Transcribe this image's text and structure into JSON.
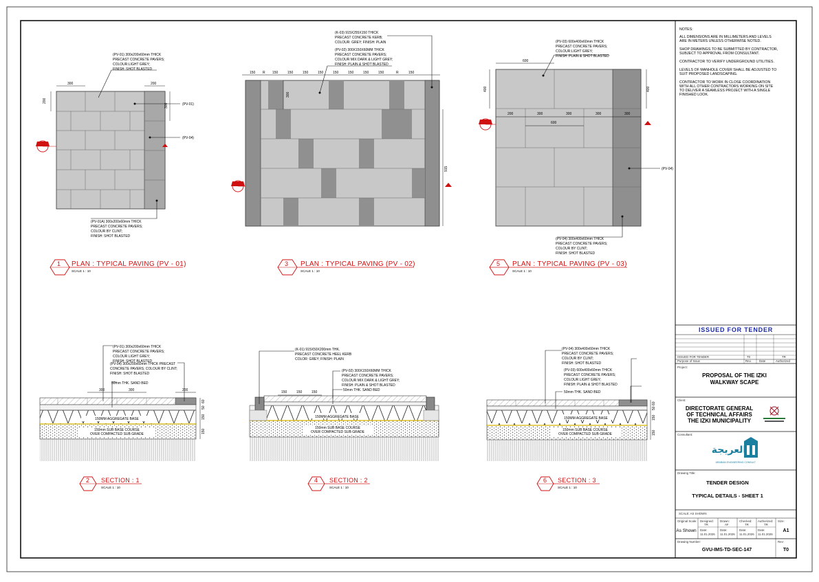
{
  "plans": [
    {
      "number": "1",
      "title": "PLAN : TYPICAL PAVING (PV - 01)",
      "scale": "SCALE 1 : 10",
      "dims": [
        "300",
        "200",
        "200",
        "300"
      ],
      "tags": [
        "(PV-01)",
        "(PV-04)"
      ],
      "notes_top": [
        "(PV-01) 300x200x60mm THICK",
        "PRECAST CONCRETE PAVERS;",
        "COLOUR:LIGHT GREY;",
        "FINISH: SHOT BLASTED"
      ],
      "notes_bottom": [
        "(PV-01A) 300x200x60mm THICK",
        "PRECAST CONCRETE PAVERS;",
        "COLOUR BY CLINT;",
        "FINISH: SHOT BLASTED"
      ]
    },
    {
      "number": "3",
      "title": "PLAN : TYPICAL PAVING (PV - 02)",
      "scale": "SCALE 1 : 10",
      "dims": [
        "150",
        "R",
        "150",
        "150",
        "150",
        "150",
        "150",
        "150",
        "150",
        "150",
        "R",
        "150",
        "300",
        "915"
      ],
      "notes_top_a": [
        "(K-03) 915X255X150 THICK",
        "PRECAST CONCRETE KERB;",
        "COLOUR: GREY; FINISH: PLAIN"
      ],
      "notes_top_b": [
        "(PV-02) 300X150X60MM THICK",
        "PRECAST CONCRETE PAVERS;",
        "COLOUR MIX DARK & LIGHT GREY;",
        "FINISH: PLAIN & SHOT BLASTED"
      ]
    },
    {
      "number": "5",
      "title": "PLAN : TYPICAL PAVING (PV - 03)",
      "scale": "SCALE 1 : 10",
      "dims": [
        "600",
        "400",
        "400",
        "200",
        "300",
        "300",
        "300",
        "300",
        "600"
      ],
      "tags": [
        "(PV-04)"
      ],
      "notes_top": [
        "(PV-03) 600x400x60mm THICK",
        "PRECAST CONCRETE PAVERS;",
        "COLOUR:LIGHT GREY;",
        "FINISH: PLAIN & SHOT BLASTED"
      ],
      "notes_bottom": [
        "(PV-04) 300x400x60mm THICK",
        "PRECAST CONCRETE PAVERS;",
        "COLOUR BY CLINT;",
        "FINISH: SHOT BLASTED"
      ]
    }
  ],
  "sections": [
    {
      "number": "2",
      "title": "SECTION : 1",
      "scale": "SCALE 1 : 10",
      "notes_a": [
        "(PV-01) 300x200x60mm THICK",
        "PRECAST CONCRETE PAVERS;",
        "COLOUR LIGHT GREY;",
        "FINISH: SHOT BLASTED"
      ],
      "notes_b": [
        "(PV-04) 300x200x60mm THICK PRECAST",
        "CONCRETE PAVERS; COLOUR BY CLINT;",
        "FINISH: SHOT BLASTED"
      ],
      "sand_bed": "50mm THK. SAND BED",
      "base": "150MM AGGREGATE BASE",
      "sub_base": [
        "150mm SUB BASE COURSE",
        "OVER COMPACTED SUB GRADE"
      ],
      "dims": [
        "300",
        "300",
        "200",
        "60",
        "50",
        "150",
        "150"
      ]
    },
    {
      "number": "4",
      "title": "SECTION : 2",
      "scale": "SCALE 1 : 10",
      "notes_a": [
        "(K-01) 915X50X200mm THK.",
        "PRECAST CONCRETE HEEL KERB",
        "COLOR: GREY; FINISH: PLAIN"
      ],
      "notes_b": [
        "(PV-02) 300X150X60MM THICK",
        "PRECAST CONCRETE PAVERS;",
        "COLOUR MIX DARK & LIGHT GREY;",
        "FINISH: PLAIN & SHOT BLASTED"
      ],
      "sand_bed": "50mm THK. SAND BED",
      "base": "150MM AGGREGATE BASE",
      "sub_base": [
        "150mm SUB BASE COURSE",
        "OVER COMPACTED SUB GRADE"
      ],
      "dims": [
        "150",
        "150",
        "150"
      ]
    },
    {
      "number": "6",
      "title": "SECTION : 3",
      "scale": "SCALE 1 : 10",
      "notes_a": [
        "(PV-04) 300x400x60mm THICK",
        "PRECAST CONCRETE PAVERS;",
        "COLOUR BY CLINT;",
        "FINISH: SHOT BLASTED"
      ],
      "notes_b": [
        "(PV-03) 600x400x60mm THICK",
        "PRECAST CONCRETE PAVERS;",
        "COLOUR LIGHT GREY;",
        "FINISH: PLAIN & SHOT BLASTED"
      ],
      "sand_bed": "50mm THK. SAND BED",
      "base": "150MM AGGREGATE BASE",
      "sub_base": [
        "150mm SUB BASE COURSE",
        "OVER COMPACTED SUB GRADE"
      ],
      "dims": [
        "60",
        "50",
        "150",
        "150"
      ]
    }
  ],
  "notes": {
    "heading": "NOTES:",
    "lines": [
      "ALL DIMENSIONS ARE IN MILLIMETERS AND LEVELS",
      "ARE IN METERS UNLESS OTHERWISE NOTED.",
      "",
      "SHOP DRAWINGS TO BE SUBMITTED BY CONTRACTOR,",
      "SUBJECT TO APPROVAL FROM CONSULTANT.",
      "",
      "CONTRACTOR TO VERIFY UNDERGROUND UTILITIES.",
      "",
      "LEVELS OF MANHOLE COVER SHALL BE ADJUSTED TO",
      "SUIT PROPOSED LANDSCAPING.",
      "",
      "CONTRACTOR TO WORK IN CLOSE COORDINATION",
      "WITH ALL OTHER CONTRACTORS WORKING ON SITE",
      "TO DELIVER A SEAMLESS PROJECT WITH A SINGLE",
      "FINISHED LOOK."
    ]
  },
  "title_block": {
    "issued": "ISSUED FOR TENDER",
    "rev_row": [
      "ISSUED FOR TENDER",
      "T0",
      "",
      "TR"
    ],
    "rev_head": [
      "Purpose of Issue",
      "Rev.",
      "Date",
      "Authorized"
    ],
    "project_label": "Project:",
    "project": [
      "PROPOSAL OF THE IZKI",
      "WALKWAY SCAPE"
    ],
    "client_label": "Client:",
    "client": [
      "DIRECTORATE GENERAL",
      "OF TECHNICAL AFFAIRS",
      "THE IZKI MUNICIPALITY"
    ],
    "consultant_label": "Consultant:",
    "consultant_arabic": "العريجة",
    "consultant_sub": "ARABIAN ENGINEERING CONSULT.",
    "drawing_title_label": "Drawing Title:",
    "drawing_title": [
      "TENDER DESIGN",
      "TYPICAL DETAILS - SHEET 1"
    ],
    "scale_note": "SCALE: AS SHOWN",
    "orig_scale_label": "Original Scale:",
    "orig_scale": "As Shown",
    "designed_label": "Designed:",
    "designed": "TR",
    "drawn_label": "Drawn:",
    "drawn": "AF",
    "checked_label": "Checked:",
    "checked": "TR",
    "authorized_label": "Authorized:",
    "authorized": "TR",
    "date_label": "Date:",
    "date": "11.01.2026",
    "size_label": "Size:",
    "size": "A1",
    "drawing_number_label": "Drawing Number:",
    "drawing_number": "GVU-IMS-TD-SEC-147",
    "rev_label": "Rev:",
    "rev": "T0"
  },
  "colors": {
    "red": "#d01010",
    "paver_light": "#c8c8c8",
    "paver_dark": "#8f8f8f",
    "blue": "#1a2aa8",
    "teal": "#1b7fa0"
  }
}
